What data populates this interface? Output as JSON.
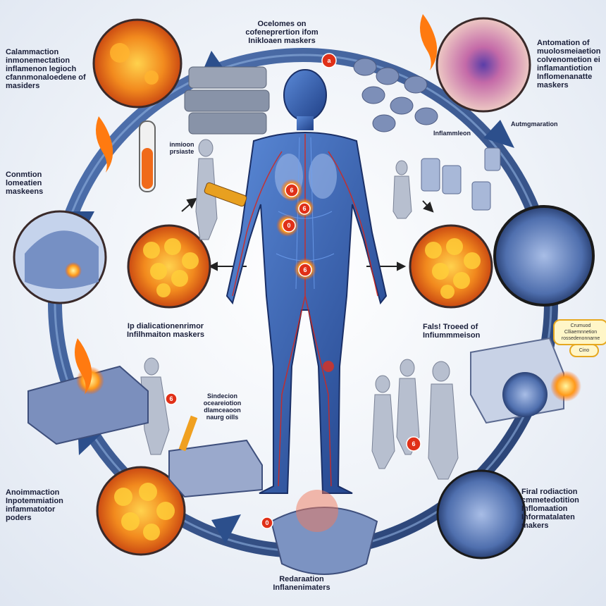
{
  "labels": {
    "top_center": "Ocelomes on\ncofeneprertion ifom\nInikloaen maskers",
    "top_left": "Calammaction\ninmonemectation\ninflamenon legioch\ncfannmonaloedene of\nmasiders",
    "top_right": "Antomation of\nmuolosmeiaetion\ncolvenometion ei\ninflamantiotion\nInflomenanatte\nmaskers",
    "tube": "inmioon\nprsiaste",
    "inflammation_mid": "Inflammleon",
    "augmentation": "Autmgmaration",
    "left_mid": "Conmtion\nlomeatien\nmaskeens",
    "center_left": "Ip dialicationenrimor\nInfilhmaiton maskers",
    "right_mid": "Fals! Troeed of\nInfiummmeison",
    "callout": "Crumuod\nClliaemnnetion\nrossedenonnarne",
    "callout_small": "Cino",
    "center_small": "Sindecion\noceareiotion\ndlamceaoon\nnaurg oills",
    "bottom_left": "Anoimmaction\nInpotemmiation\ninfammatotor\npoders",
    "bottom_right": "Firal rodiaction\ncmmetedotition\nInflomaation\nInformatalaten\nmakers",
    "bottom_center": "Redaraation\nInflanenimaters"
  },
  "badges": [
    "a",
    "6",
    "6",
    "0",
    "6",
    "6",
    "6",
    "0"
  ],
  "colors": {
    "ring": "#2c4f8c",
    "body": "#2b5aa8",
    "cell_orange": "#f28a1e",
    "cell_red": "#d7261b",
    "tissue_blue": "#6f86b8"
  }
}
